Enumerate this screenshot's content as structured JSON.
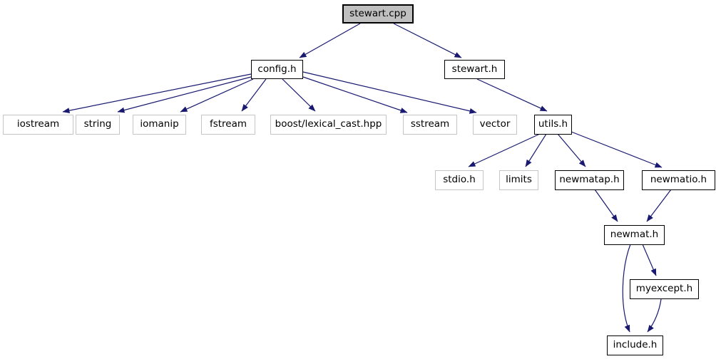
{
  "colors": {
    "arrow": "#191970",
    "internal_node_border": "#000000",
    "external_node_border": "#c5c5c5",
    "main_node_fill": "#bfbfbf",
    "node_fill": "#ffffff",
    "text": "#000000"
  },
  "nodes": {
    "stewart_cpp": {
      "label": "stewart.cpp"
    },
    "config_h": {
      "label": "config.h"
    },
    "stewart_h": {
      "label": "stewart.h"
    },
    "iostream": {
      "label": "iostream"
    },
    "string": {
      "label": "string"
    },
    "iomanip": {
      "label": "iomanip"
    },
    "fstream": {
      "label": "fstream"
    },
    "boost_lexical_cast_hpp": {
      "label": "boost/lexical_cast.hpp"
    },
    "sstream": {
      "label": "sstream"
    },
    "vector": {
      "label": "vector"
    },
    "utils_h": {
      "label": "utils.h"
    },
    "stdio_h": {
      "label": "stdio.h"
    },
    "limits": {
      "label": "limits"
    },
    "newmatap_h": {
      "label": "newmatap.h"
    },
    "newmatio_h": {
      "label": "newmatio.h"
    },
    "newmat_h": {
      "label": "newmat.h"
    },
    "myexcept_h": {
      "label": "myexcept.h"
    },
    "include_h": {
      "label": "include.h"
    }
  },
  "edges": [
    {
      "from": "stewart.cpp",
      "to": "config.h"
    },
    {
      "from": "stewart.cpp",
      "to": "stewart.h"
    },
    {
      "from": "config.h",
      "to": "iostream"
    },
    {
      "from": "config.h",
      "to": "string"
    },
    {
      "from": "config.h",
      "to": "iomanip"
    },
    {
      "from": "config.h",
      "to": "fstream"
    },
    {
      "from": "config.h",
      "to": "boost/lexical_cast.hpp"
    },
    {
      "from": "config.h",
      "to": "sstream"
    },
    {
      "from": "config.h",
      "to": "vector"
    },
    {
      "from": "stewart.h",
      "to": "utils.h"
    },
    {
      "from": "utils.h",
      "to": "stdio.h"
    },
    {
      "from": "utils.h",
      "to": "limits"
    },
    {
      "from": "utils.h",
      "to": "newmatap.h"
    },
    {
      "from": "utils.h",
      "to": "newmatio.h"
    },
    {
      "from": "newmatap.h",
      "to": "newmat.h"
    },
    {
      "from": "newmatio.h",
      "to": "newmat.h"
    },
    {
      "from": "newmat.h",
      "to": "myexcept.h"
    },
    {
      "from": "newmat.h",
      "to": "include.h"
    },
    {
      "from": "myexcept.h",
      "to": "include.h"
    }
  ]
}
